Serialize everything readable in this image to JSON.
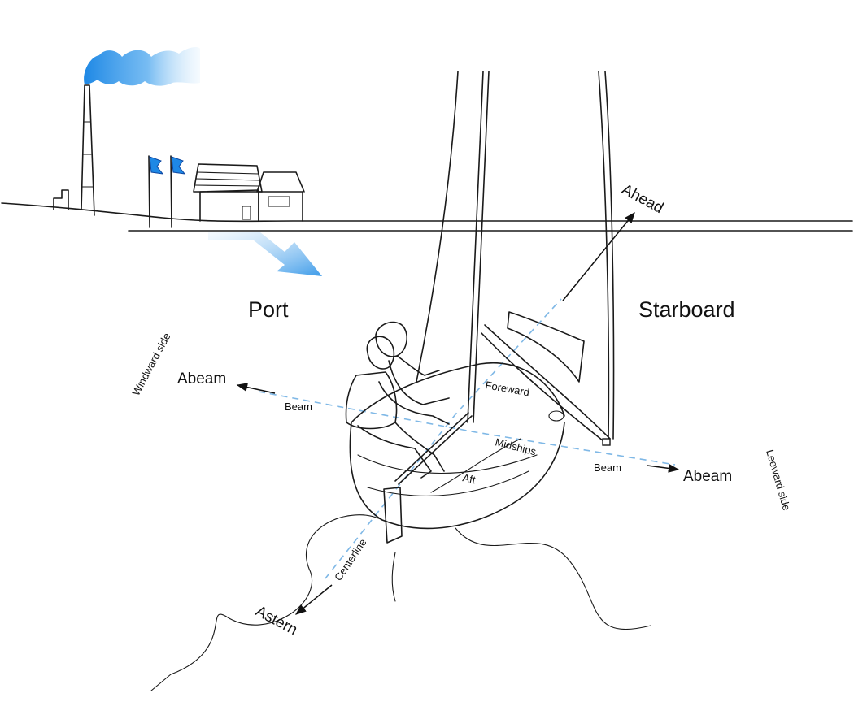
{
  "labels": {
    "port": "Port",
    "starboard": "Starboard",
    "ahead": "Ahead",
    "astern": "Astern",
    "abeam_port": "Abeam",
    "abeam_starboard": "Abeam",
    "beam_port": "Beam",
    "beam_starboard": "Beam",
    "windward_side": "Windward side",
    "leeward_side": "Leeward side",
    "foreward": "Foreward",
    "midships": "Midships",
    "aft": "Aft",
    "centerline": "Centerline"
  },
  "colors": {
    "ink": "#1a1a1a",
    "accent_blue": "#1e88e5",
    "dashed_line": "#7fb8e6"
  },
  "icons": {
    "smoke": "smoke-cloud-icon",
    "flag": "flag-icon",
    "wind_arrow": "wind-arrow-icon"
  }
}
